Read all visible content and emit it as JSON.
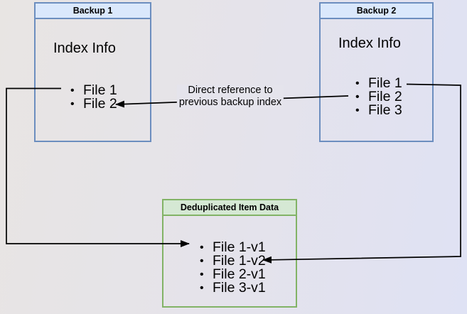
{
  "diagram": {
    "nodes": {
      "backup1": {
        "title": "Backup 1",
        "body_label": "Index Info",
        "items": [
          "File 1",
          "File 2"
        ]
      },
      "backup2": {
        "title": "Backup 2",
        "body_label": "Index Info",
        "items": [
          "File 1",
          "File 2",
          "File 3"
        ]
      },
      "dedup": {
        "title": "Deduplicated Item Data",
        "items": [
          "File 1-v1",
          "File 1-v2",
          "File 2-v1",
          "File 3-v1"
        ]
      }
    },
    "edge_label": {
      "line1": "Direct reference to",
      "line2": "previous backup index"
    },
    "edges": [
      {
        "from": "Backup 2 / File 2",
        "to": "Backup 1 / File 2",
        "label": "Direct reference to previous backup index"
      },
      {
        "from": "Backup 1 / File 1",
        "to": "Deduplicated Item Data / File 1-v1",
        "label": ""
      },
      {
        "from": "Backup 2 / File 1",
        "to": "Deduplicated Item Data / File 1-v2",
        "label": ""
      }
    ],
    "colors": {
      "backup_header_fill": "#dae8fc",
      "backup_border": "#6c8ebf",
      "dedup_header_fill": "#d5e8d4",
      "dedup_border": "#82b366",
      "connector": "#000000",
      "background_left": "#e8e5e3",
      "background_right": "#dfe2f4"
    }
  }
}
